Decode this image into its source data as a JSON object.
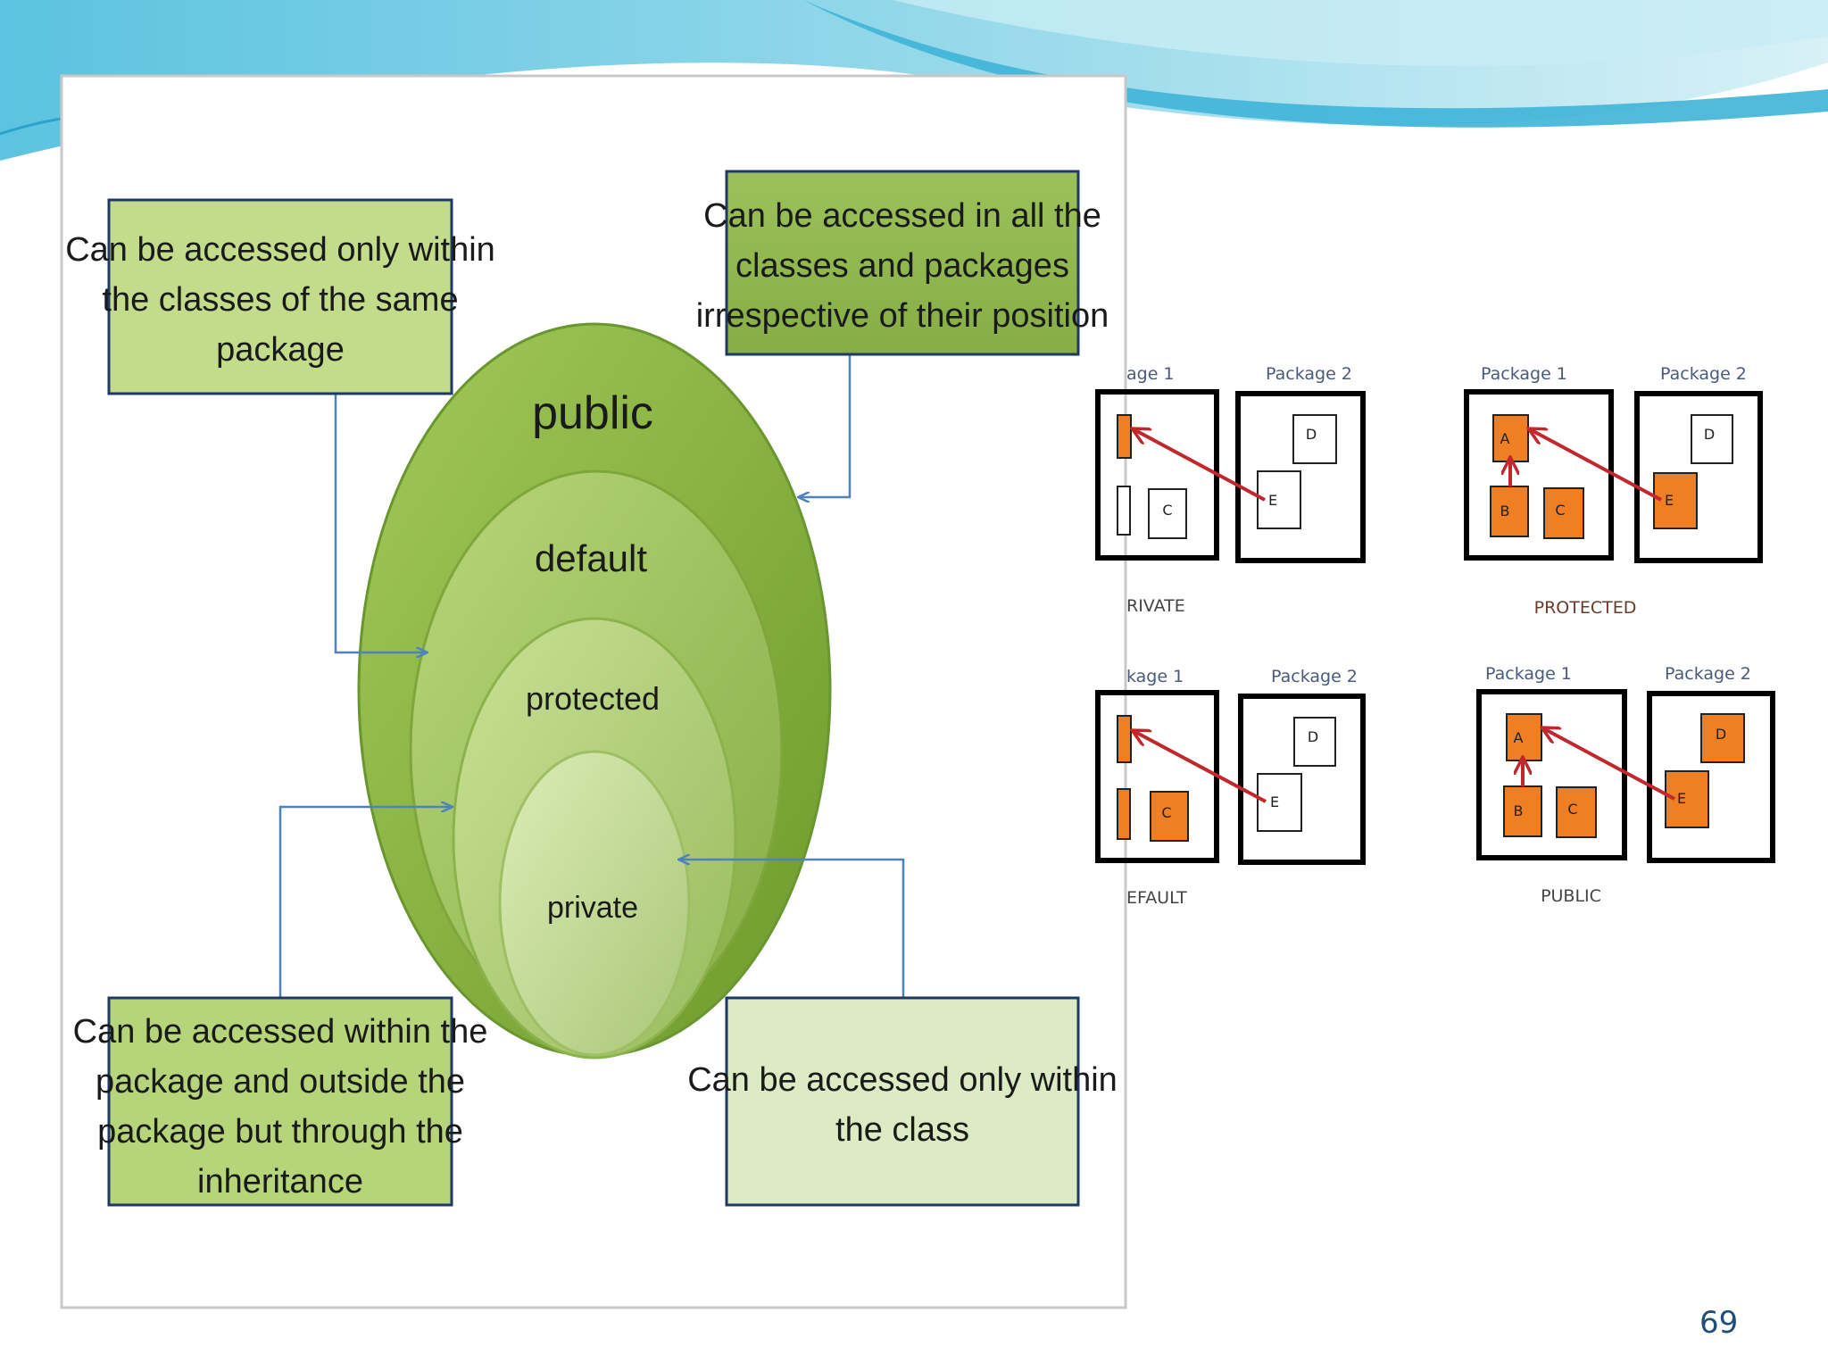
{
  "slide": {
    "page_number": "69",
    "colors": {
      "wave_light": "#bfe7f2",
      "wave_dark": "#35b3d6",
      "green_dark": "#6f9a2c",
      "green_light": "#cfe3a3",
      "box_border": "#1f3864",
      "arrow_blue": "#4f81bd",
      "orange": "#f07e22",
      "red_arrow": "#c0282d"
    }
  },
  "diagram": {
    "ellipses": [
      {
        "id": "public",
        "label": "public"
      },
      {
        "id": "default",
        "label": "default"
      },
      {
        "id": "protected",
        "label": "protected"
      },
      {
        "id": "private",
        "label": "private"
      }
    ],
    "boxes": {
      "top_left": [
        "Can be accessed only within",
        "the classes of the same",
        "package"
      ],
      "top_right": [
        "Can be accessed in all the",
        "classes and packages",
        "irrespective of their position"
      ],
      "bottom_left": [
        "Can be accessed  within the",
        "package and outside the",
        "package but through the",
        "inheritance"
      ],
      "bottom_right": [
        "Can be accessed only within",
        "the class"
      ]
    }
  },
  "panels": {
    "private": {
      "pkg1_label": "age 1",
      "pkg2_label": "Package 2",
      "caption": "RIVATE",
      "nodes": [
        "C",
        "D",
        "E"
      ]
    },
    "protected": {
      "pkg1_label": "Package 1",
      "pkg2_label": "Package 2",
      "caption": "PROTECTED",
      "nodes": [
        "A",
        "B",
        "C",
        "D",
        "E"
      ]
    },
    "default": {
      "pkg1_label": "kage 1",
      "pkg2_label": "Package 2",
      "caption": "EFAULT",
      "nodes": [
        "C",
        "D",
        "E"
      ]
    },
    "public": {
      "pkg1_label": "Package 1",
      "pkg2_label": "Package 2",
      "caption": "PUBLIC",
      "nodes": [
        "A",
        "B",
        "C",
        "D",
        "E"
      ]
    }
  }
}
